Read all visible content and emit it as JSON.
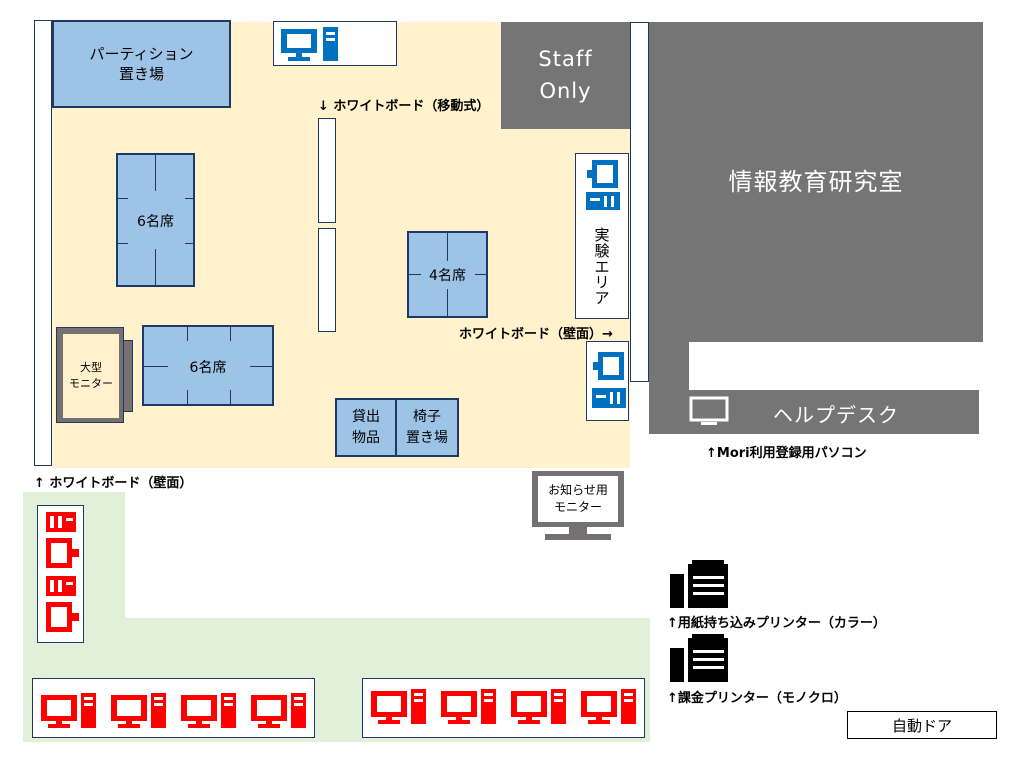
{
  "areas": {
    "partition_storage": "パーティション\n置き場",
    "staff_only": "Staff\nOnly",
    "info_lab": "情報教育研究室",
    "helpdesk": "ヘルプデスク"
  },
  "tables": {
    "six_seat_top": "6名席",
    "six_seat_bottom": "6名席",
    "four_seat": "4名席",
    "large_monitor": "大型\nモニター",
    "lending_items": "貸出\n物品",
    "chair_storage": "椅子\n置き場",
    "experiment_area": "実\n験\nエ\nリ\nア"
  },
  "labels": {
    "wb_movable": "↓ ホワイトボード（移動式）",
    "wb_wall_right": "ホワイトボード（壁面）→",
    "wb_wall_left": "↑ ホワイトボード（壁面）",
    "mori_pc": "↑Mori利用登録用パソコン",
    "notice_monitor": "お知らせ用\nモニター",
    "color_printer": "↑用紙持ち込みプリンター（カラー）",
    "mono_printer": "↑課金プリンター（モノクロ）",
    "auto_door": "自動ドア"
  },
  "colors": {
    "floor": "#fff2cc",
    "green_area": "#e2f0d9",
    "table": "#9dc3e6",
    "outline": "#1f3864",
    "gray": "#757575",
    "pc_blue": "#0070c0",
    "pc_red": "#ff0000",
    "monitor_gray": "#767171"
  },
  "icons": {
    "pc_blue": "desktop-pc-icon",
    "pc_red": "desktop-pc-icon",
    "printer": "printer-icon",
    "monitor": "monitor-icon"
  }
}
